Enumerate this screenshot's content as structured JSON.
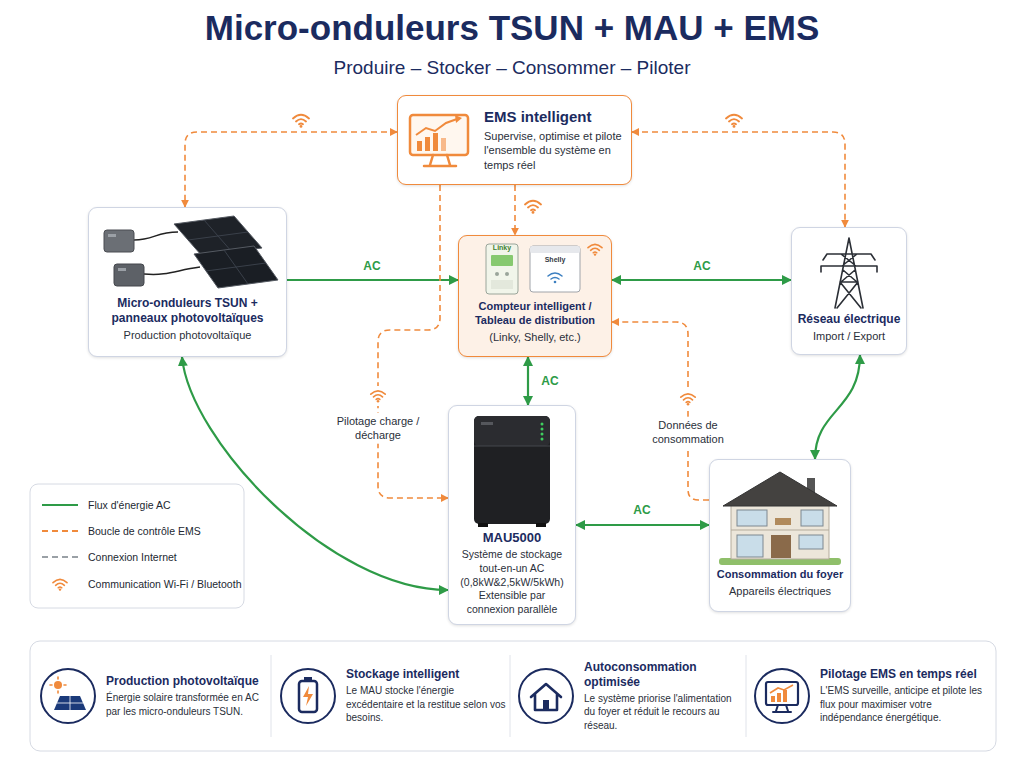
{
  "diagram": {
    "title": "Micro-onduleurs TSUN + MAU + EMS",
    "nodes": [
      {
        "text": [
          "EMS intelligent",
          "Supervise, optimise et pilote l'ensemble du système en temps réel"
        ]
      },
      {
        "text": [
          "Micro-onduleurs TSUN + panneaux photovoltaïques",
          "Production photovoltaïque"
        ]
      },
      {
        "text": [
          "Compteur intelligent / Tableau de distribution",
          "(Linky, Shelly, etc.)"
        ]
      },
      {
        "text": [
          "Réseau électrique",
          "Import / Export"
        ]
      },
      {
        "text": [
          "MAU5000",
          "Système de stockage tout-en-un AC (0,8kW&2,5kW/5kWh) Extensible par connexion parallèle"
        ]
      },
      {
        "text": [
          "Consommation du foyer",
          "Appareils électriques"
        ]
      },
      {
        "text": [
          "Production photovoltaïque",
          "Énergie solaire transformée en AC par les micro-onduleurs TSUN."
        ]
      },
      {
        "text": [
          "Stockage intelligent",
          "Le MAU stocke l'énergie excédentaire et la restitue selon vos besoins."
        ]
      },
      {
        "text": [
          "Autoconsommation optimisée",
          "Le système priorise l'alimentation du foyer et réduit le recours au réseau."
        ]
      },
      {
        "text": [
          "Pilotage EMS en temps réel",
          "L'EMS surveille, anticipe et pilote les flux pour maximiser votre indépendance énergétique."
        ]
      }
    ],
    "edges": [
      {
        "from": 1,
        "to": 2,
        "arrow": "to",
        "label": "AC"
      },
      {
        "from": 2,
        "to": 3,
        "arrow": "both",
        "label": "AC"
      },
      {
        "from": 2,
        "to": 4,
        "arrow": "both",
        "label": "AC"
      },
      {
        "from": 4,
        "to": 5,
        "arrow": "both",
        "label": "AC"
      },
      {
        "from": 1,
        "to": 4,
        "arrow": "both"
      },
      {
        "from": 3,
        "to": 5,
        "arrow": "both"
      },
      {
        "from": 0,
        "to": 1,
        "arrow": "both"
      },
      {
        "from": 0,
        "to": 3,
        "arrow": "both"
      },
      {
        "from": 0,
        "to": 2,
        "arrow": "to"
      },
      {
        "from": 0,
        "to": 4,
        "arrow": "to",
        "label": "Pilotage charge / décharge"
      },
      {
        "from": 5,
        "to": 2,
        "arrow": "to",
        "label": "Données de consommation"
      }
    ],
    "labels": [
      "Produire – Stocker – Consommer – Piloter",
      "Linky",
      "Shelly"
    ],
    "legend": [
      {
        "text": "Flux d'énergie AC"
      },
      {
        "text": "Boucle de contrôle EMS"
      },
      {
        "text": "Connexion Internet"
      },
      {
        "text": "Communication Wi-Fi / Bluetooth"
      }
    ]
  }
}
